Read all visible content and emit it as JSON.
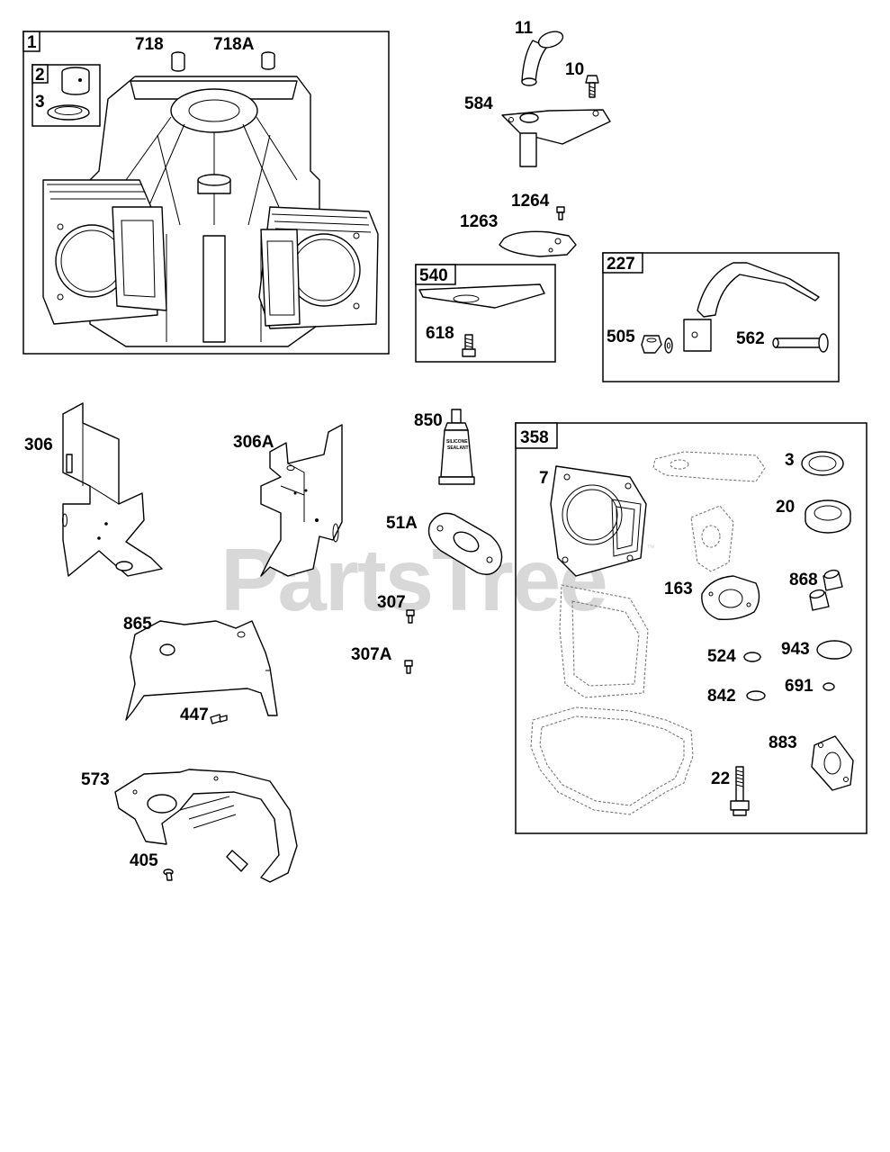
{
  "watermark": {
    "text": "PartsTree",
    "trademark": "™"
  },
  "sealant_tube_text": [
    "SILICONE",
    "SEALANT"
  ],
  "groups": {
    "g1": {
      "tag": "1"
    },
    "g2": {
      "tag": "2"
    },
    "g540": {
      "tag": "540"
    },
    "g227": {
      "tag": "227"
    },
    "g358": {
      "tag": "358"
    }
  },
  "labels": {
    "p718": "718",
    "p718A": "718A",
    "p3a": "3",
    "p11": "11",
    "p10": "10",
    "p584": "584",
    "p1264": "1264",
    "p1263": "1263",
    "p618": "618",
    "p505": "505",
    "p562": "562",
    "p306": "306",
    "p306A": "306A",
    "p850": "850",
    "p51A": "51A",
    "p307": "307",
    "p307A": "307A",
    "p865": "865",
    "p447": "447",
    "p573": "573",
    "p405": "405",
    "p7": "7",
    "p3b": "3",
    "p20": "20",
    "p163": "163",
    "p868": "868",
    "p524": "524",
    "p943": "943",
    "p842": "842",
    "p691": "691",
    "p883": "883",
    "p22": "22"
  }
}
